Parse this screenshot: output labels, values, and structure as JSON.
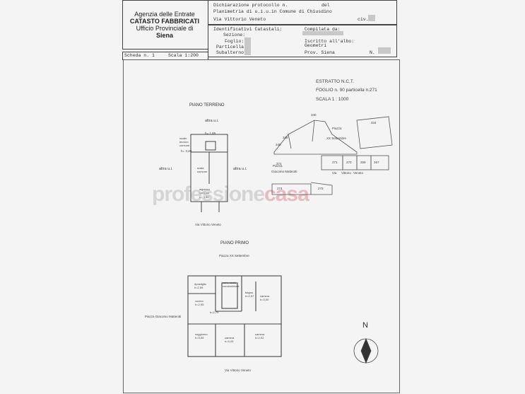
{
  "header": {
    "agency_l1": "Agenzia delle Entrate",
    "agency_l2": "CATASTO FABBRICATI",
    "agency_l3": "Ufficio Provinciale di",
    "agency_l4": "Siena",
    "dichiarazione": "Dichiarazione protocollo n.",
    "del": "del",
    "planimetria": "Planimetria di u.i.u.in Comune di Chiusdino",
    "via": "Via Vittorio Veneto",
    "civ": "civ.",
    "identificativi": "Identificativi Catastali:",
    "compilata": "Compilata da:",
    "sezione": "Sezione:",
    "foglio": "Foglio:",
    "particella": "Particella:",
    "subalterno": "Subalterno:",
    "iscritto": "Iscritto all'albo:",
    "geometri": "Geometri",
    "prov": "Prov. Siena",
    "n": "N.",
    "scheda": "Scheda n. 1",
    "scala": "Scala 1:200"
  },
  "estratto": {
    "title": "ESTRATTO N.C.T.",
    "foglio": "FOGLIO n. 90 particella n.271",
    "scala": "SCALA 1 : 1000",
    "labels": [
      "340",
      "334",
      "348",
      "349",
      "Piazza",
      "XX Settembre",
      "374",
      "271",
      "270",
      "269",
      "267",
      "Piazza",
      "Giacomo Matteotti",
      "Via",
      "Vittorio",
      "Veneto",
      "274",
      "273"
    ]
  },
  "piano_terreno": {
    "title": "PIANO TERRENO",
    "altra_ui_top": "altra u.i.",
    "altra_ui_left": "altra u.i.",
    "altra_ui_right": "altra u.i.",
    "h185": "h= 1,85",
    "locale_tecnico": "locale tecnico comune",
    "h320": "h= 3,20",
    "scala_comune": "scala comune",
    "ingresso": "ingresso comune",
    "h355": "h= 3,55",
    "street": "Via Vittorio Veneto"
  },
  "piano_primo": {
    "title": "PIANO PRIMO",
    "piazza_top": "Piazza XX Settembre",
    "piazza_left": "Piazza Giacomo Matteotti",
    "street": "Via Vittorio Veneto",
    "rooms": [
      "ripostiglio h=2,59",
      "vano scala condominiale",
      "bagno h=2,97",
      "camera h=3,00",
      "cucina h=2,95",
      "h=2,79",
      "soggiorno h=3,05",
      "camera h=3,03",
      "camera h=2,92"
    ]
  },
  "compass": "N",
  "watermark": {
    "part1": "professione",
    "part2": "casa"
  }
}
